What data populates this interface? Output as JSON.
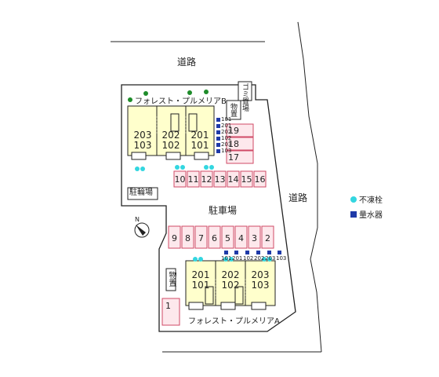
{
  "colors": {
    "building_fill": "#ffffcc",
    "parking_fill": "#fde8ec",
    "parking_stroke": "#d04a66",
    "faucet": "#33d6e0",
    "meter": "#1f3aa8",
    "tree": "#1e8c2a",
    "site_border": "#222222"
  },
  "roads": {
    "north": "道路",
    "east": "道路"
  },
  "buildings": {
    "b": {
      "name": "フォレスト・プルメリアB",
      "units": [
        {
          "upper": "203",
          "lower": "103"
        },
        {
          "upper": "202",
          "lower": "102"
        },
        {
          "upper": "201",
          "lower": "101"
        }
      ]
    },
    "a": {
      "name": "フォレスト・プルメリアA",
      "units": [
        {
          "upper": "201",
          "lower": "101"
        },
        {
          "upper": "202",
          "lower": "102"
        },
        {
          "upper": "203",
          "lower": "103"
        }
      ]
    }
  },
  "facilities": {
    "garbage": "ゴミ置場",
    "storage_top": "物置",
    "storage_bottom": "物置",
    "bicycle": "駐輪場",
    "parking_lot": "駐車場",
    "north_mark": "N"
  },
  "parking": {
    "top_row": [
      "10",
      "11",
      "12",
      "13",
      "14",
      "15",
      "16"
    ],
    "right_col": [
      "19",
      "18",
      "17"
    ],
    "bottom_row": [
      "9",
      "8",
      "7",
      "6",
      "5",
      "4",
      "3",
      "2"
    ],
    "single": [
      "1"
    ]
  },
  "meters": {
    "b_column": [
      "101",
      "201",
      "202",
      "102",
      "203",
      "103"
    ],
    "a_row": [
      "101",
      "201",
      "102",
      "202",
      "203",
      "103"
    ]
  },
  "legend": {
    "faucet": "不凍栓",
    "meter": "量水器"
  }
}
